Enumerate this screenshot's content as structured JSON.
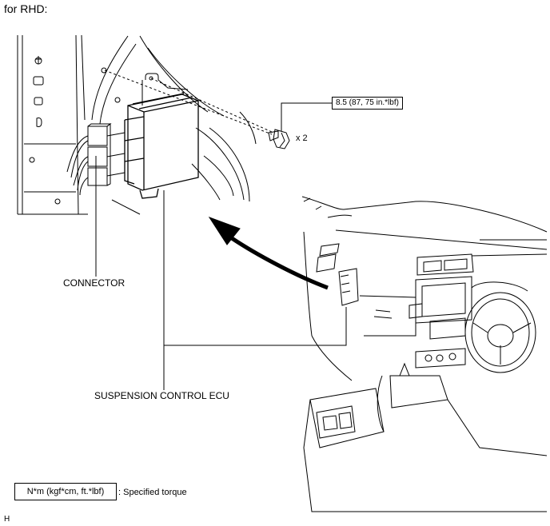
{
  "header": "for RHD:",
  "torque_callout": "8.5 (87, 75 in.*lbf)",
  "bolt_quantity": "x 2",
  "labels": {
    "connector": "CONNECTOR",
    "ecu": "SUSPENSION CONTROL ECU"
  },
  "legend": {
    "symbol": "N*m (kgf*cm, ft.*lbf)",
    "description": ": Specified torque"
  },
  "figure_code": "H"
}
